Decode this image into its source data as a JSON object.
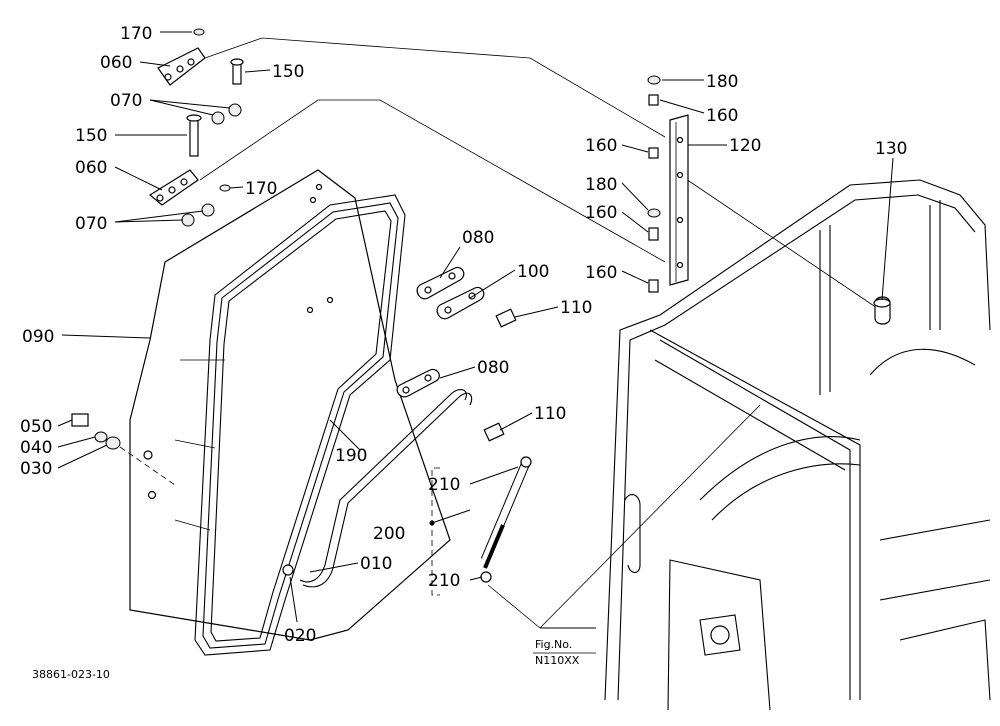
{
  "labels": {
    "l170a": "170",
    "l060a": "060",
    "l150a": "150",
    "l070a": "070",
    "l150b": "150",
    "l060b": "060",
    "l170b": "170",
    "l070b": "070",
    "l090": "090",
    "l050": "050",
    "l040": "040",
    "l030": "030",
    "l080a": "080",
    "l100": "100",
    "l110a": "110",
    "l080b": "080",
    "l110b": "110",
    "l190": "190",
    "l210a": "210",
    "l200": "200",
    "l210b": "210",
    "l010": "010",
    "l020": "020",
    "l180a": "180",
    "l160a": "160",
    "l160b": "160",
    "l120": "120",
    "l180b": "180",
    "l160c": "160",
    "l160d": "160",
    "l130": "130"
  },
  "fig_label": "Fig.No.",
  "fig_number": "N110XX",
  "drawing_code": "38861-023-10"
}
